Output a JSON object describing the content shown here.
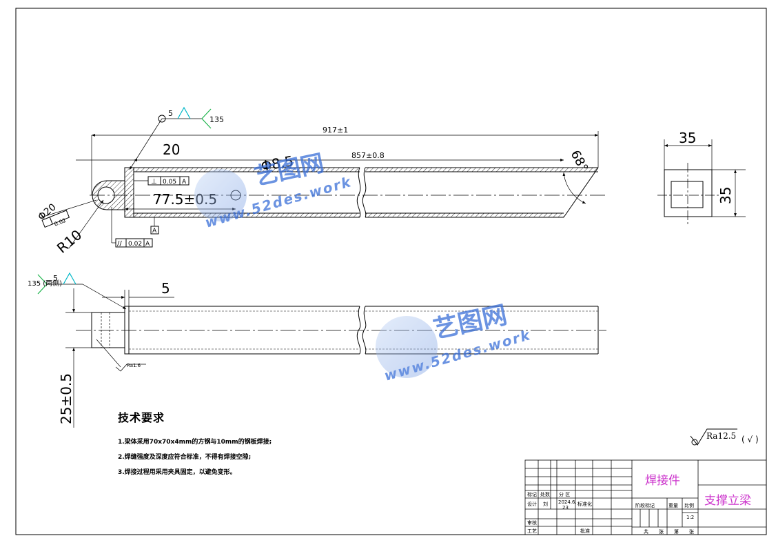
{
  "top_view": {
    "weld_size": "5",
    "weld_angle": "135",
    "overall_length": "917±1",
    "inner_length": "857±0.8",
    "plate_thickness": "20",
    "hole_position": "77.5±0.5",
    "hole_dia": "Φ8.5",
    "end_angle": "68°",
    "eye_dia": "Φ20",
    "eye_position_tol": "0.02",
    "eye_radius": "R10",
    "perp_tol": "0.05",
    "perp_datum": "A",
    "datum": "A",
    "par_tol": "0.02",
    "par_datum": "A"
  },
  "side_view": {
    "width": "35",
    "height": "35"
  },
  "front_view": {
    "weld_label": "135 (两侧)",
    "weld_size": "5",
    "plate_width": "5",
    "height_dim": "25±0.5",
    "roughness": "Ra1.6"
  },
  "watermark": {
    "logo": "艺图网",
    "url": "www.52des.work"
  },
  "tech_requirements": {
    "title": "技术要求",
    "items": [
      "1.梁体采用70x70x4mm的方钢与10mm的钢板焊接;",
      "2.焊缝强度及深度应符合标准，不得有焊接空隙;",
      "3.焊接过程用采用夹具固定，以避免变形。"
    ]
  },
  "surface_finish": {
    "value": "Ra12.5",
    "note": "( √ )"
  },
  "title_block": {
    "material": "焊接件",
    "part_name": "支撑立梁",
    "scale": "1:2",
    "labels": {
      "mark": "标记",
      "count": "处数",
      "zone": "分 区",
      "design": "设计",
      "design_name": "刘",
      "date": "2024.6.",
      "date2": "23",
      "std": "标准化",
      "stage": "阶段标记",
      "weight": "重量",
      "ratio": "比例",
      "review": "审核",
      "process": "工艺",
      "approve": "批准",
      "total": "共",
      "sheets": "张",
      "page": "第",
      "sheet": "张"
    }
  },
  "colors": {
    "line": "#000000",
    "weld_symbol": "#00b7c7",
    "title_text": "#cc33cc",
    "watermark": "#3a6fd8"
  }
}
